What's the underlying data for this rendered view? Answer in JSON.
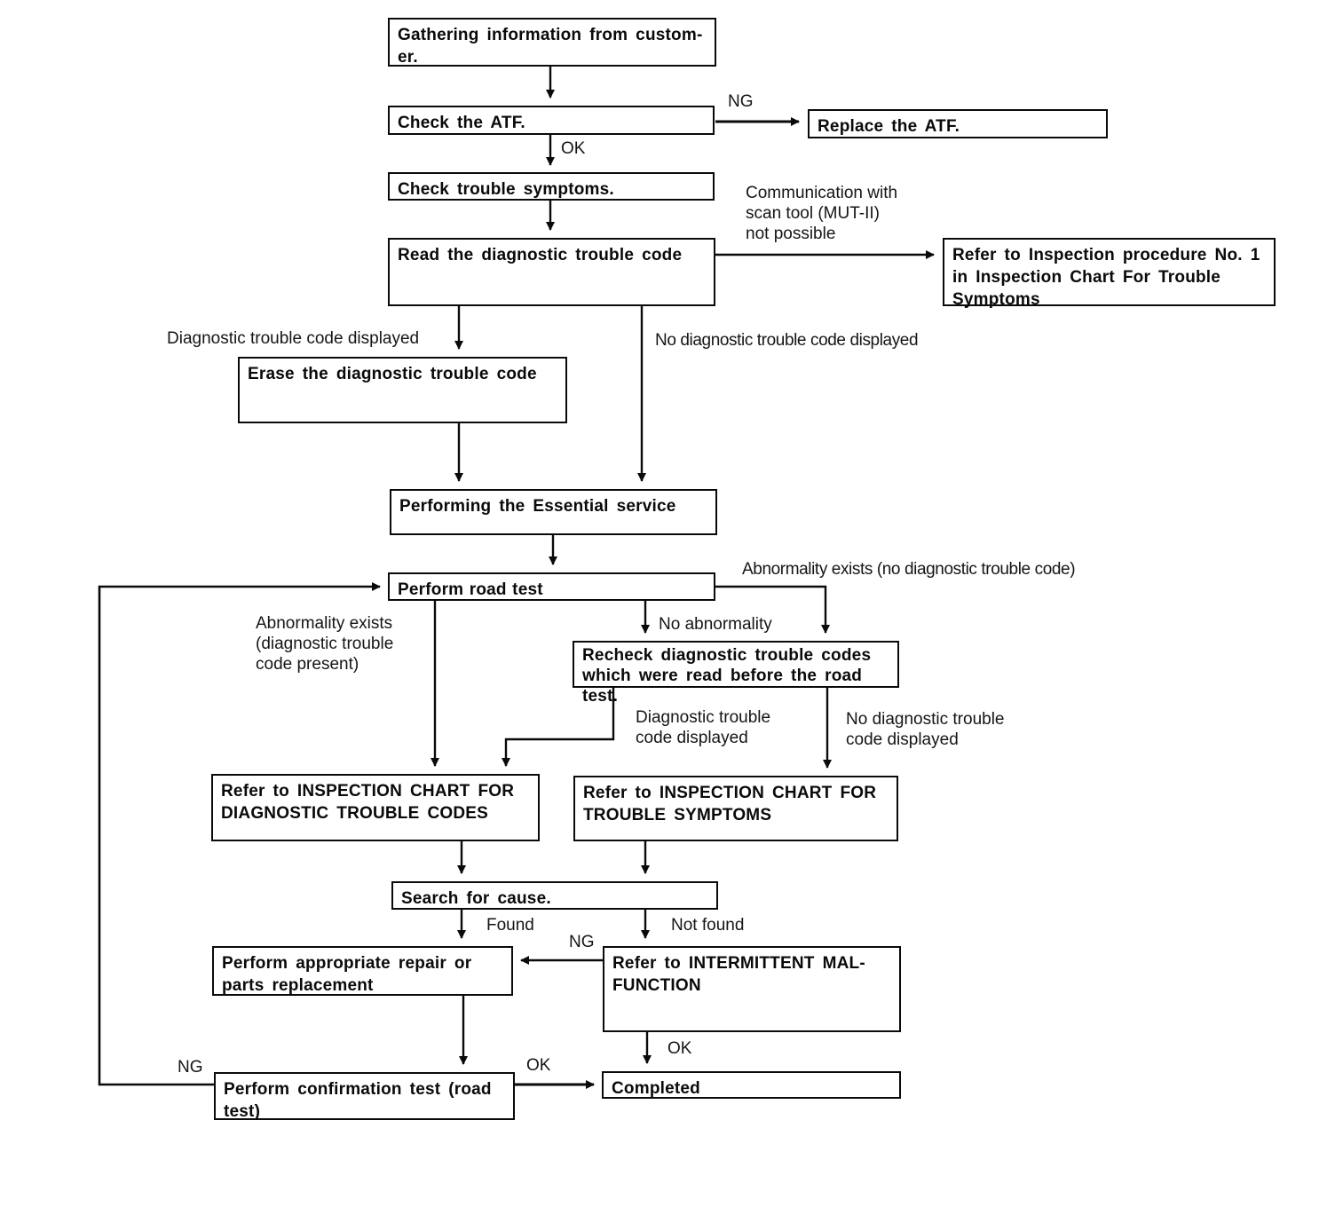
{
  "diagram": {
    "type": "flowchart",
    "description": "Automatic transmission (ATF) troubleshooting diagnosis flow",
    "colors": {
      "line": "#0a0a0a",
      "box_border": "#0a0a0a",
      "background": "#ffffff",
      "text": "#0c0c0c"
    },
    "boxes": {
      "gathering": {
        "label": "Gathering information from custom-\ner."
      },
      "check_atf": {
        "label": "Check the ATF."
      },
      "replace_atf": {
        "label": "Replace the ATF."
      },
      "check_symptoms": {
        "label": "Check trouble symptoms."
      },
      "read_dtc": {
        "label": "Read the diagnostic trouble code"
      },
      "refer_proc1": {
        "label": "Refer to Inspection procedure No. 1\nin Inspection Chart For Trouble\nSymptoms"
      },
      "erase_dtc": {
        "label": "Erase the diagnostic trouble code"
      },
      "essential": {
        "label": "Performing the Essential service"
      },
      "road_test": {
        "label": "Perform road test"
      },
      "recheck": {
        "label": "Recheck diagnostic trouble codes\nwhich were read before the road test."
      },
      "refer_dtc_chart": {
        "label": "Refer to INSPECTION CHART FOR\nDIAGNOSTIC TROUBLE CODES"
      },
      "refer_sym_chart": {
        "label": "Refer to INSPECTION CHART FOR\nTROUBLE SYMPTOMS"
      },
      "search_cause": {
        "label": "Search for cause."
      },
      "repair": {
        "label": "Perform appropriate repair or\nparts replacement"
      },
      "intermittent": {
        "label": "Refer to INTERMITTENT MAL-\nFUNCTION"
      },
      "confirmation": {
        "label": "Perform confirmation test (road\ntest)"
      },
      "completed": {
        "label": "Completed"
      }
    },
    "labels": {
      "ng_atf": "NG",
      "ok_atf": "OK",
      "comm_fail": "Communication with\nscan tool (MUT-II)\nnot possible",
      "dtc_displayed": "Diagnostic trouble code displayed",
      "no_dtc_displayed": "No diagnostic trouble code displayed",
      "abnormality_no_dtc": "Abnormality exists (no diagnostic trouble code)",
      "abnormality_dtc": "Abnormality exists\n(diagnostic trouble\ncode present)",
      "no_abnormality": "No abnormality",
      "dtc_displayed_2": "Diagnostic trouble\ncode displayed",
      "no_dtc_displayed_2": "No diagnostic trouble\ncode displayed",
      "found": "Found",
      "not_found": "Not found",
      "ng_intermittent": "NG",
      "ok_intermittent": "OK",
      "ng_confirmation": "NG",
      "ok_confirmation": "OK"
    }
  }
}
